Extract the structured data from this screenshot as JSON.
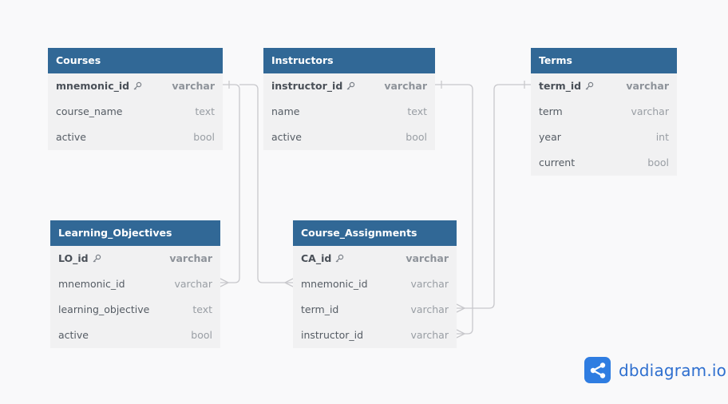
{
  "tables": [
    {
      "id": "courses",
      "name": "Courses",
      "fields": [
        {
          "name": "mnemonic_id",
          "type": "varchar",
          "pk": true
        },
        {
          "name": "course_name",
          "type": "text",
          "pk": false
        },
        {
          "name": "active",
          "type": "bool",
          "pk": false
        }
      ]
    },
    {
      "id": "instructors",
      "name": "Instructors",
      "fields": [
        {
          "name": "instructor_id",
          "type": "varchar",
          "pk": true
        },
        {
          "name": "name",
          "type": "text",
          "pk": false
        },
        {
          "name": "active",
          "type": "bool",
          "pk": false
        }
      ]
    },
    {
      "id": "terms",
      "name": "Terms",
      "fields": [
        {
          "name": "term_id",
          "type": "varchar",
          "pk": true
        },
        {
          "name": "term",
          "type": "varchar",
          "pk": false
        },
        {
          "name": "year",
          "type": "int",
          "pk": false
        },
        {
          "name": "current",
          "type": "bool",
          "pk": false
        }
      ]
    },
    {
      "id": "learning_objectives",
      "name": "Learning_Objectives",
      "fields": [
        {
          "name": "LO_id",
          "type": "varchar",
          "pk": true
        },
        {
          "name": "mnemonic_id",
          "type": "varchar",
          "pk": false
        },
        {
          "name": "learning_objective",
          "type": "text",
          "pk": false
        },
        {
          "name": "active",
          "type": "bool",
          "pk": false
        }
      ]
    },
    {
      "id": "course_assignments",
      "name": "Course_Assignments",
      "fields": [
        {
          "name": "CA_id",
          "type": "varchar",
          "pk": true
        },
        {
          "name": "mnemonic_id",
          "type": "varchar",
          "pk": false
        },
        {
          "name": "term_id",
          "type": "varchar",
          "pk": false
        },
        {
          "name": "instructor_id",
          "type": "varchar",
          "pk": false
        }
      ]
    }
  ],
  "relations": [
    {
      "from": "courses.mnemonic_id",
      "to": "learning_objectives.mnemonic_id",
      "type": "one-to-many"
    },
    {
      "from": "courses.mnemonic_id",
      "to": "course_assignments.mnemonic_id",
      "type": "one-to-many"
    },
    {
      "from": "instructors.instructor_id",
      "to": "course_assignments.instructor_id",
      "type": "one-to-many"
    },
    {
      "from": "terms.term_id",
      "to": "course_assignments.term_id",
      "type": "one-to-many"
    }
  ],
  "colors": {
    "header": "#316896",
    "body": "#f1f1f2",
    "connector": "#c8c8cc",
    "brand": "#2f7de1"
  },
  "branding": {
    "logo_text": "dbdiagram.io",
    "icon": "dbdiagram-logo-icon"
  }
}
